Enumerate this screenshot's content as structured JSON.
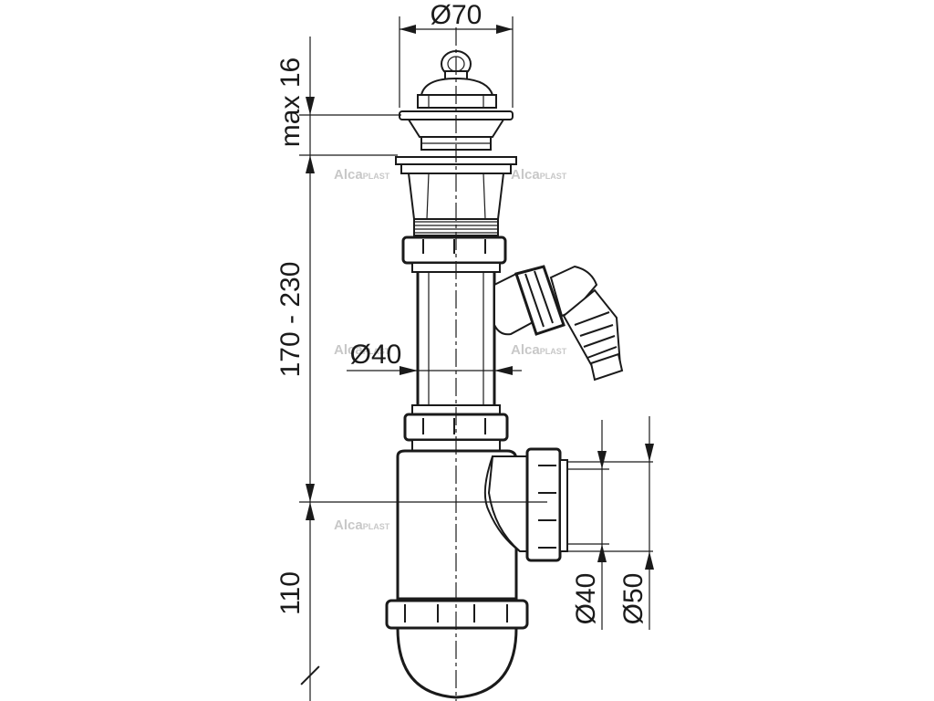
{
  "dimensions": {
    "top_diameter": "Ø70",
    "max_height": "max 16",
    "adjust_range": "170 - 230",
    "pipe_diameter": "Ø40",
    "trap_height": "110",
    "outlet_inner": "Ø40",
    "outlet_outer": "Ø50"
  },
  "watermark": {
    "brand": "Alca",
    "suffix": "PLAST"
  },
  "colors": {
    "line": "#1a1a1a",
    "watermark": "#c8c8c8",
    "background": "#ffffff"
  }
}
